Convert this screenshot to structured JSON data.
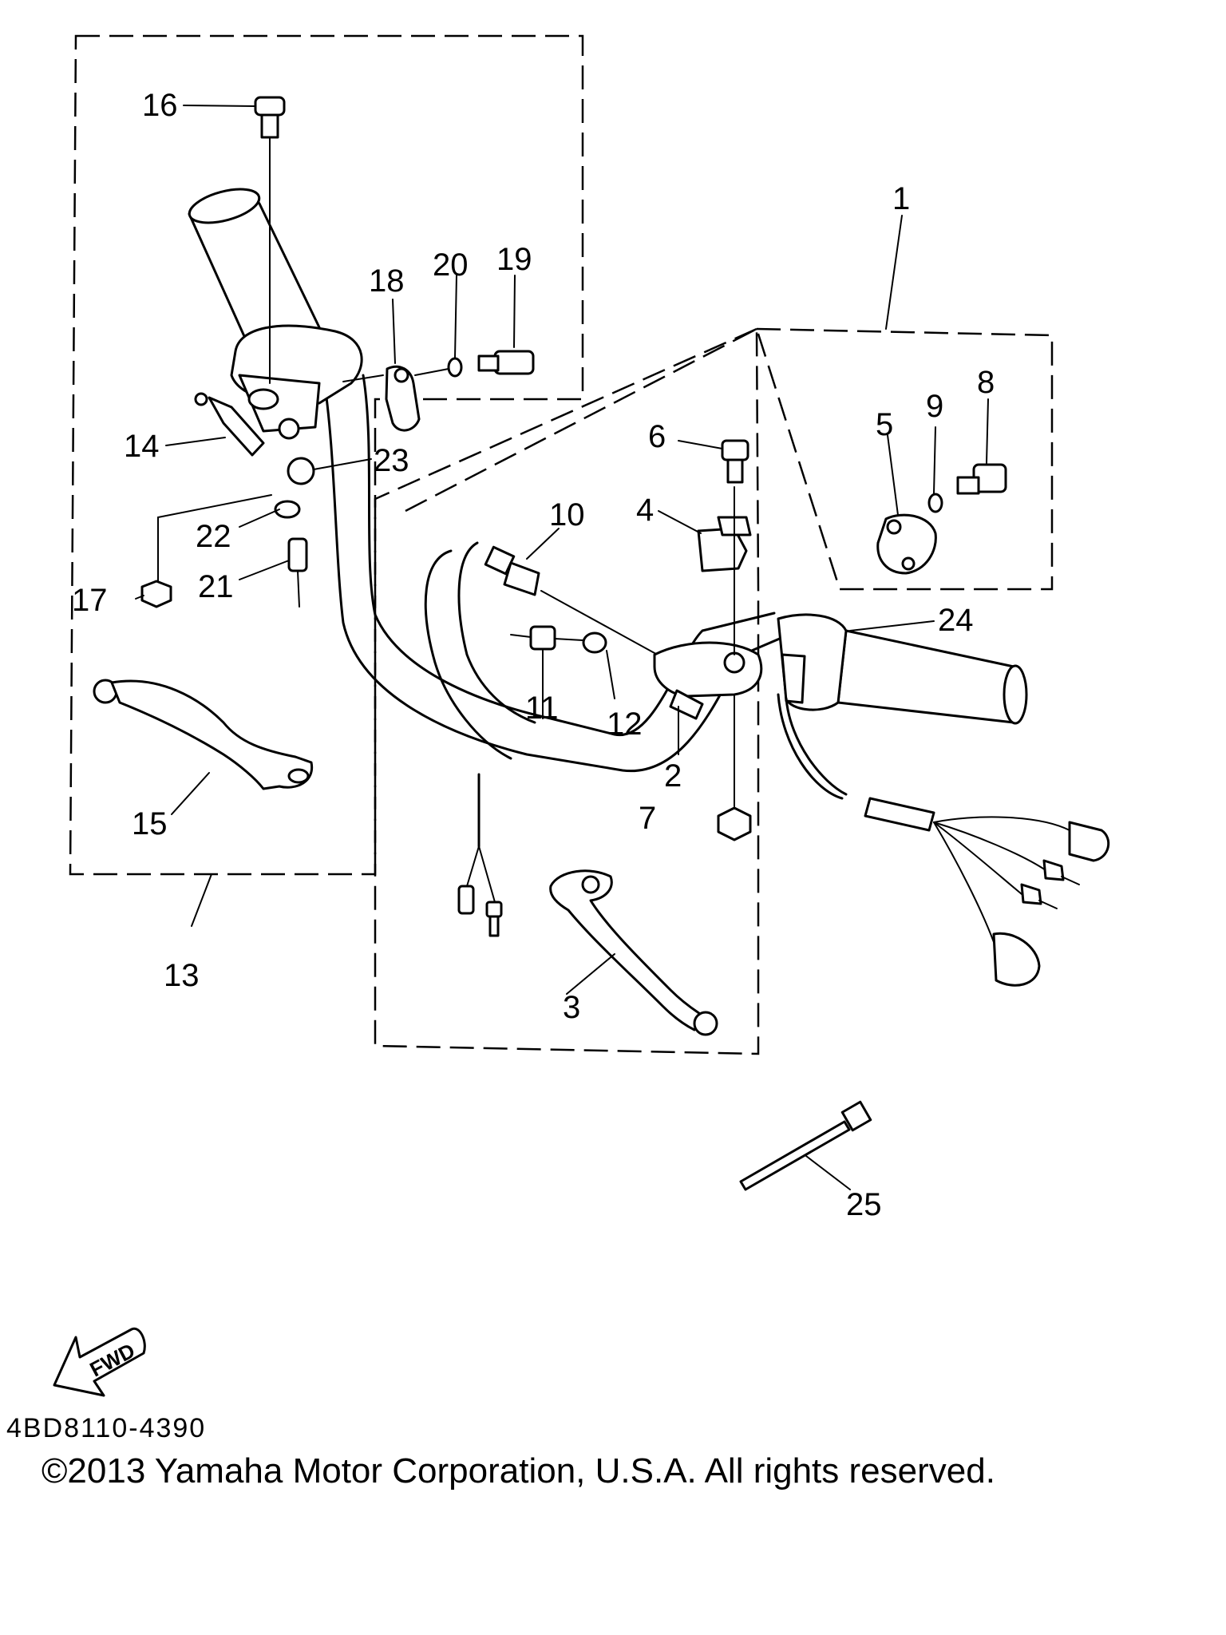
{
  "callouts": {
    "c1": "1",
    "c2": "2",
    "c3": "3",
    "c4": "4",
    "c5": "5",
    "c6": "6",
    "c7": "7",
    "c8": "8",
    "c9": "9",
    "c10": "10",
    "c11": "11",
    "c12": "12",
    "c13": "13",
    "c14": "14",
    "c15": "15",
    "c16": "16",
    "c17": "17",
    "c18": "18",
    "c19": "19",
    "c20": "20",
    "c21": "21",
    "c22": "22",
    "c23": "23",
    "c24": "24",
    "c25": "25"
  },
  "direction_arrow": {
    "label": "FWD",
    "icon": "fwd-arrow-icon"
  },
  "diagram_code": "4BD8110-4390",
  "copyright": "©2013 Yamaha Motor Corporation, U.S.A. All rights reserved."
}
